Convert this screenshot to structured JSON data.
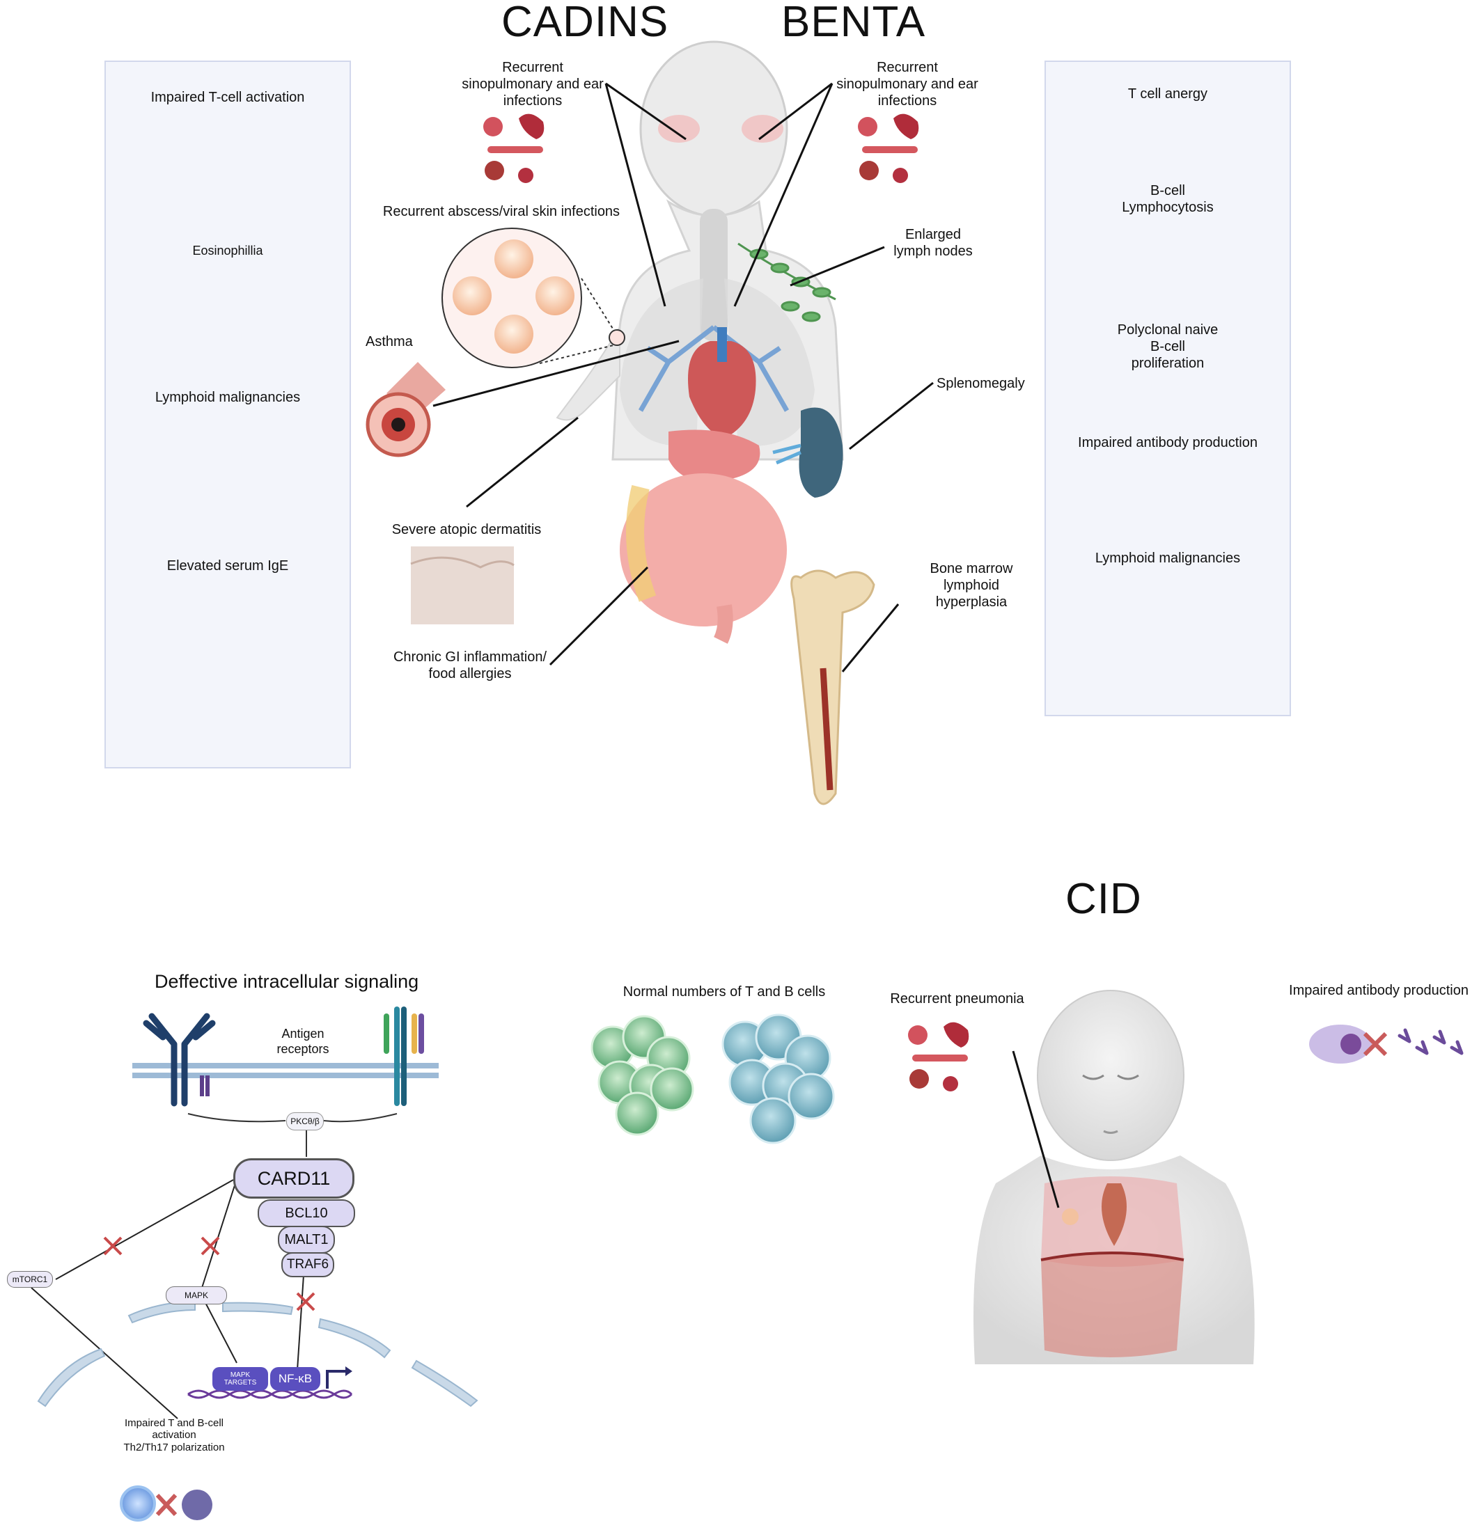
{
  "titles": {
    "cadins": "CADINS",
    "benta": "BENTA",
    "cid": "CID"
  },
  "left_panel": {
    "items": [
      "Impaired T-cell activation",
      "Eosinophillia",
      "Lymphoid malignancies",
      "Elevated serum IgE"
    ]
  },
  "right_panel": {
    "items": [
      "T cell anergy",
      "B-cell\nLymphocytosis",
      "Polyclonal naive\nB-cell\nproliferation",
      "Impaired antibody production",
      "Lymphoid malignancies"
    ]
  },
  "body_labels": {
    "infections_left": "Recurrent\nsinopulmonary and ear\ninfections",
    "infections_right": "Recurrent\nsinopulmonary and ear\ninfections",
    "abscess": "Recurrent abscess/viral skin infections",
    "asthma": "Asthma",
    "lymph": "Enlarged\nlymph nodes",
    "spleen": "Splenomegaly",
    "dermatitis": "Severe atopic dermatitis",
    "gi": "Chronic GI inflammation/\nfood allergies",
    "marrow": "Bone marrow\nlymphoid\nhyperplasia"
  },
  "signaling": {
    "title": "Deffective intracellular signaling",
    "antigen": "Antigen\nreceptors",
    "pkc": "PKCθ/β",
    "card11": "CARD11",
    "bcl10": "BCL10",
    "malt1": "MALT1",
    "traf6": "TRAF6",
    "mtorc1": "mTORC1",
    "mapk": "MAPK",
    "mapk_targets": "MAPK\nTARGETS",
    "nfkb": "NF-κB",
    "impaired": "Impaired T and B-cell\nactivation\nTh2/Th17 polarization"
  },
  "cid": {
    "normal": "Normal numbers of T and B cells",
    "pneumonia": "Recurrent pneumonia",
    "antibody": "Impaired antibody production"
  },
  "colors": {
    "panel_bg": "#f3f5fb",
    "panel_border": "#d2d8ec",
    "purple_cell": "#8a3d98",
    "antibody_blue": "#2f5fa3",
    "teal_cell": "#6fb0c4",
    "green_cell": "#6fbf86",
    "spleen": "#2b566e"
  }
}
